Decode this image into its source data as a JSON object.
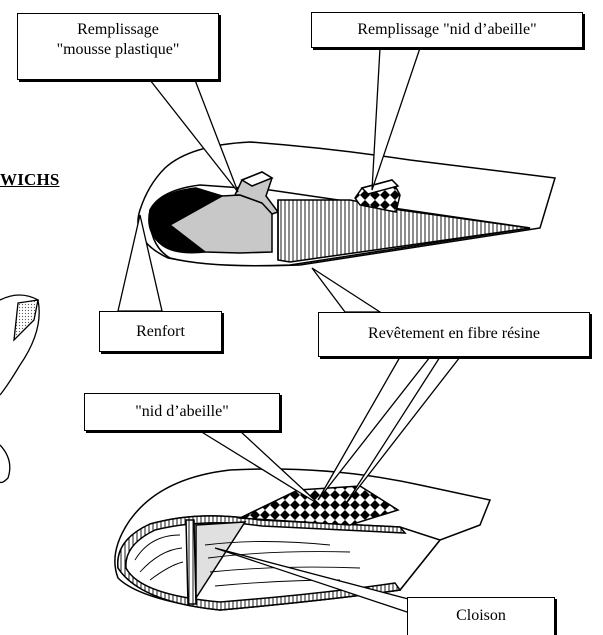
{
  "labels": {
    "mousse_line1": "Remplissage",
    "mousse_line2": "\"mousse plastique\"",
    "nid_abeille_fill": "Remplissage \"nid d’abeille\"",
    "renfort": "Renfort",
    "revetement": "Revêtement en fibre résine",
    "nid_abeille": "\"nid d’abeille\"",
    "cloison": "Cloison",
    "partial_heading": "WICHS"
  },
  "colors": {
    "stroke": "#000000",
    "foam_fill": "#c8c8c8",
    "renfort_fill": "#000000",
    "background": "#ffffff"
  }
}
